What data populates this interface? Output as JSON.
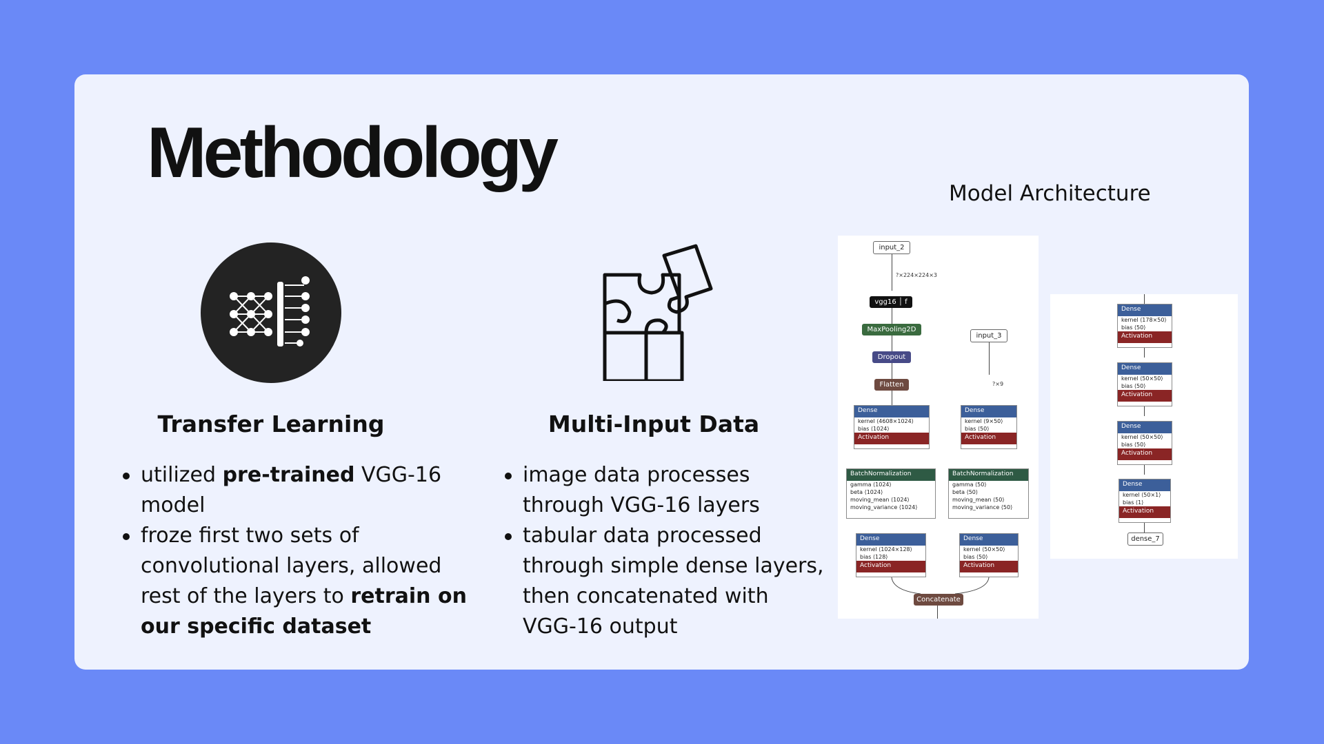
{
  "title": "Methodology",
  "architecture_label": "Model Architecture",
  "sections": [
    {
      "heading": "Transfer Learning",
      "icon": "neural-network-icon",
      "bullets": [
        [
          "utilized ",
          "pre-trained",
          " VGG-16 model"
        ],
        [
          "froze first two sets of convolutional layers, allowed rest of the layers to ",
          "retrain on our specific dataset",
          ""
        ]
      ]
    },
    {
      "heading": "Multi-Input Data",
      "icon": "puzzle-icon",
      "bullets": [
        [
          "image data processes through VGG-16 layers"
        ],
        [
          "tabular data processed through simple dense layers, then concatenated with VGG-16 output"
        ]
      ]
    }
  ],
  "diagram": {
    "input_2": "input_2",
    "input_2_shape": "?×224×224×3",
    "vgg16": "vgg16",
    "vgg16_fn": "f",
    "maxpool": "MaxPooling2D",
    "dropout": "Dropout",
    "flatten": "Flatten",
    "input_3": "input_3",
    "input_3_shape": "?×9",
    "concat": "Concatenate",
    "dense_label": "Dense",
    "bn_label": "BatchNormalization",
    "activation_label": "Activation",
    "d1": [
      "kernel ⟨4608×1024⟩",
      "bias ⟨1024⟩"
    ],
    "d2": [
      "kernel ⟨9×50⟩",
      "bias ⟨50⟩"
    ],
    "bn1": [
      "gamma ⟨1024⟩",
      "beta ⟨1024⟩",
      "moving_mean ⟨1024⟩",
      "moving_variance ⟨1024⟩"
    ],
    "bn2": [
      "gamma ⟨50⟩",
      "beta ⟨50⟩",
      "moving_mean ⟨50⟩",
      "moving_variance ⟨50⟩"
    ],
    "d3": [
      "kernel ⟨1024×128⟩",
      "bias ⟨128⟩"
    ],
    "d4": [
      "kernel ⟨50×50⟩",
      "bias ⟨50⟩"
    ],
    "r1": [
      "kernel ⟨178×50⟩",
      "bias ⟨50⟩"
    ],
    "r2": [
      "kernel ⟨50×50⟩",
      "bias ⟨50⟩"
    ],
    "r3": [
      "kernel ⟨50×50⟩",
      "bias ⟨50⟩"
    ],
    "r4": [
      "kernel ⟨50×1⟩",
      "bias ⟨1⟩"
    ],
    "output": "dense_7"
  },
  "colors": {
    "background": "#6a89f7",
    "card": "#eef2fe",
    "dense": "#3c5f9a",
    "activation": "#8a2525"
  }
}
